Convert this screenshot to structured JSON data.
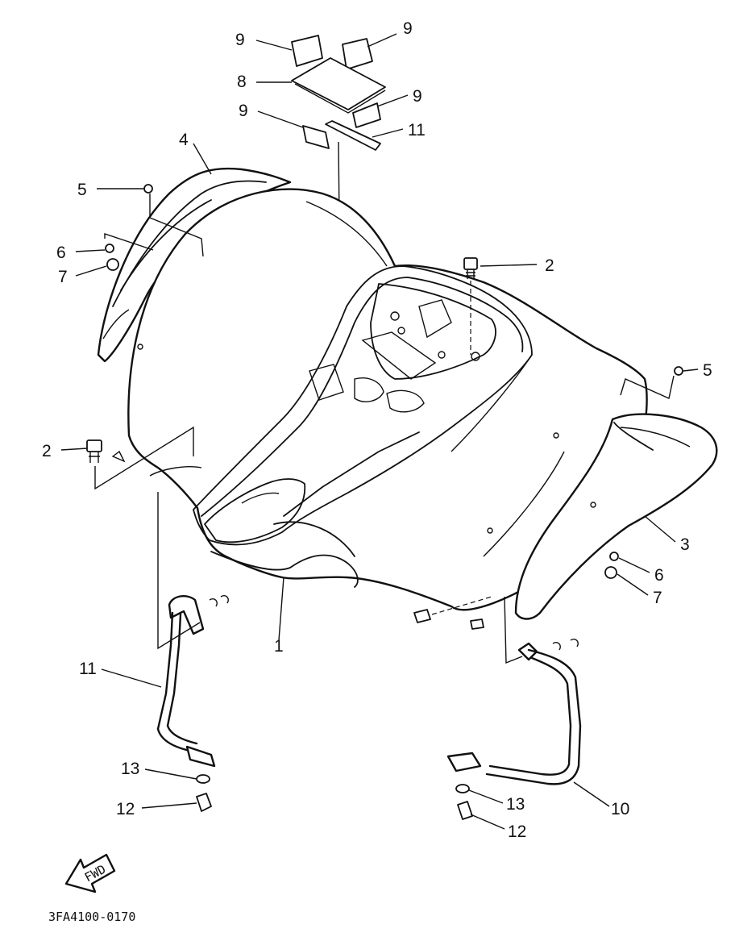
{
  "diagram": {
    "part_code": "3FA4100-0170",
    "fwd_label": "FWD",
    "callouts": [
      {
        "id": "c9a",
        "text": "9"
      },
      {
        "id": "c9b",
        "text": "9"
      },
      {
        "id": "c8",
        "text": "8"
      },
      {
        "id": "c9c",
        "text": "9"
      },
      {
        "id": "c9d",
        "text": "9"
      },
      {
        "id": "c11a",
        "text": "11"
      },
      {
        "id": "c4",
        "text": "4"
      },
      {
        "id": "c5a",
        "text": "5"
      },
      {
        "id": "c6a",
        "text": "6"
      },
      {
        "id": "c7a",
        "text": "7"
      },
      {
        "id": "c2a",
        "text": "2"
      },
      {
        "id": "c5b",
        "text": "5"
      },
      {
        "id": "c2b",
        "text": "2"
      },
      {
        "id": "c3",
        "text": "3"
      },
      {
        "id": "c6b",
        "text": "6"
      },
      {
        "id": "c7b",
        "text": "7"
      },
      {
        "id": "c1",
        "text": "1"
      },
      {
        "id": "c11b",
        "text": "11"
      },
      {
        "id": "c13a",
        "text": "13"
      },
      {
        "id": "c12a",
        "text": "12"
      },
      {
        "id": "c13b",
        "text": "13"
      },
      {
        "id": "c10",
        "text": "10"
      },
      {
        "id": "c12b",
        "text": "12"
      }
    ]
  }
}
